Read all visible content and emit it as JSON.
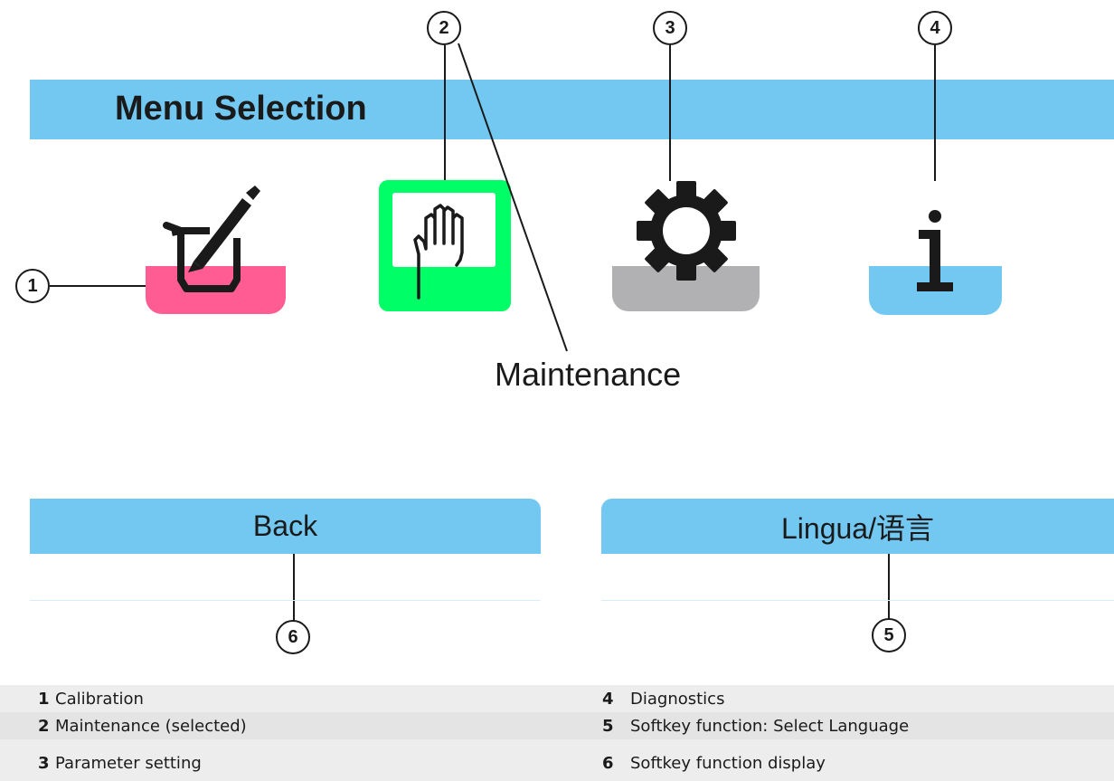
{
  "header": {
    "title": "Menu Selection"
  },
  "menu": {
    "items": [
      {
        "id": "calibration",
        "icon": "beaker-pen-icon",
        "color": "#ff5c94"
      },
      {
        "id": "maintenance",
        "icon": "hand-icon",
        "color": "#00ff66",
        "selected": true
      },
      {
        "id": "parameter-setting",
        "icon": "gear-icon",
        "color": "#b1b1b3"
      },
      {
        "id": "diagnostics",
        "icon": "info-icon",
        "color": "#73c8f1"
      }
    ],
    "selected_label": "Maintenance"
  },
  "callouts": [
    "1",
    "2",
    "3",
    "4",
    "5",
    "6"
  ],
  "softkeys": {
    "left_label": "Back",
    "right_label": "Lingua/语言"
  },
  "legend": {
    "left": [
      {
        "num": "1",
        "text": "Calibration"
      },
      {
        "num": "2",
        "text": "Maintenance (selected)"
      },
      {
        "num": "3",
        "text": "Parameter setting"
      }
    ],
    "right": [
      {
        "num": "4",
        "text": "Diagnostics"
      },
      {
        "num": "5",
        "text": "Softkey function: Select Language"
      },
      {
        "num": "6",
        "text": "Softkey function display"
      }
    ]
  },
  "colors": {
    "accent_blue": "#73c8f1",
    "calibration_pink": "#ff5c94",
    "maintenance_green": "#00ff66",
    "parameter_gray": "#b1b1b3"
  }
}
